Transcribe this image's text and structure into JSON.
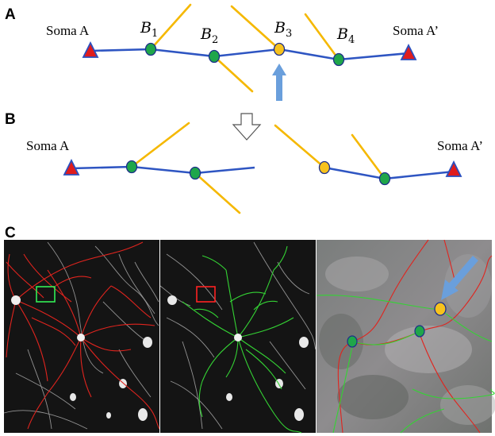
{
  "panels": {
    "a": {
      "letter": "A",
      "soma_left": "Soma  A",
      "soma_right": "Soma A’"
    },
    "b": {
      "letter": "B",
      "soma_left": "Soma  A",
      "soma_right": "Soma A’"
    },
    "c": {
      "letter": "C"
    }
  },
  "branch_points": [
    {
      "base": "B",
      "sub": "1"
    },
    {
      "base": "B",
      "sub": "2"
    },
    {
      "base": "B",
      "sub": "3"
    },
    {
      "base": "B",
      "sub": "4"
    }
  ],
  "colors": {
    "path": "#2e55c2",
    "branch": "#f5b800",
    "node_green": "#1fa64a",
    "node_yellow": "#f7c21c",
    "soma": "#e01c1c",
    "arrow": "#6a9fdc",
    "trace_red": "#e0241e",
    "trace_green": "#34d334",
    "roi_green": "#33ee55",
    "roi_red": "#ff2222"
  }
}
